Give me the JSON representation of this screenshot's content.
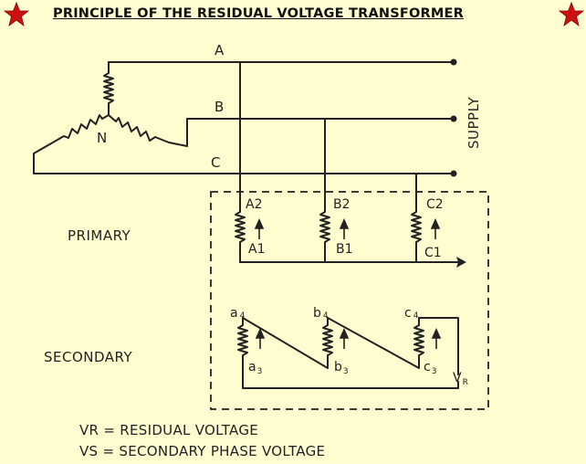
{
  "title": "PRINCIPLE OF THE RESIDUAL VOLTAGE TRANSFORMER",
  "colors": {
    "background": "#fdfdcf",
    "star": "#cc1111",
    "ink": "#222222"
  },
  "icons": {
    "decoration": "red-star-icon"
  },
  "phases": {
    "a": "A",
    "b": "B",
    "c": "C"
  },
  "neutral": "N",
  "supply": "SUPPLY",
  "primary_label": "PRIMARY",
  "secondary_label": "SECONDARY",
  "primary_terminals": {
    "a2": "A2",
    "a1": "A1",
    "b2": "B2",
    "b1": "B1",
    "c2": "C2",
    "c1": "C1"
  },
  "secondary_terminals": {
    "a4": {
      "base": "a",
      "sub": "4"
    },
    "a3": {
      "base": "a",
      "sub": "3"
    },
    "b4": {
      "base": "b",
      "sub": "4"
    },
    "b3": {
      "base": "b",
      "sub": "3"
    },
    "c4": {
      "base": "c",
      "sub": "4"
    },
    "c3": {
      "base": "c",
      "sub": "3"
    },
    "vr": {
      "base": "V",
      "sub": "R"
    }
  },
  "legend": {
    "vr": "VR = RESIDUAL VOLTAGE",
    "vs": "VS = SECONDARY PHASE VOLTAGE"
  }
}
